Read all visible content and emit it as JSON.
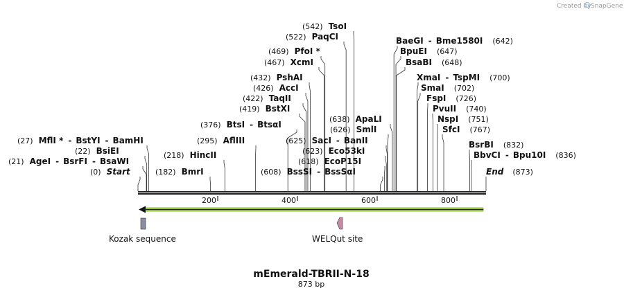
{
  "credit": {
    "text": "Created by",
    "brand": "SnapGene"
  },
  "sequence": {
    "name": "mEmerald-TBRII-N-18",
    "length_label": "873 bp",
    "length": 873
  },
  "ruler": {
    "ticks": [
      200,
      400,
      600,
      800
    ]
  },
  "sites": [
    {
      "id": "start",
      "pos": "(0)",
      "names": [
        "Start"
      ],
      "italic": true,
      "bp": 0
    },
    {
      "id": "agei",
      "pos": "(21)",
      "names": [
        "AgeI",
        "BsrFI",
        "BsaWI"
      ],
      "bp": 21
    },
    {
      "id": "bsiei",
      "pos": "(22)",
      "names": [
        "BsiEI"
      ],
      "bp": 22
    },
    {
      "id": "mlui",
      "pos": "(27)",
      "names": [
        "MflI *",
        "BstYI",
        "BamHI"
      ],
      "bp": 27
    },
    {
      "id": "bmri",
      "pos": "(182)",
      "names": [
        "BmrI"
      ],
      "bp": 182
    },
    {
      "id": "hincii",
      "pos": "(218)",
      "names": [
        "HincII"
      ],
      "bp": 218
    },
    {
      "id": "afliii",
      "pos": "(295)",
      "names": [
        "AflIII"
      ],
      "bp": 295
    },
    {
      "id": "btsi",
      "pos": "(376)",
      "names": [
        "BtsI",
        "BtsαI"
      ],
      "bp": 376
    },
    {
      "id": "bstxi",
      "pos": "(419)",
      "names": [
        "BstXI"
      ],
      "bp": 419
    },
    {
      "id": "taqii",
      "pos": "(422)",
      "names": [
        "TaqII"
      ],
      "bp": 422
    },
    {
      "id": "acci",
      "pos": "(426)",
      "names": [
        "AccI"
      ],
      "bp": 426
    },
    {
      "id": "pshai",
      "pos": "(432)",
      "names": [
        "PshAI"
      ],
      "bp": 432
    },
    {
      "id": "xcmi",
      "pos": "(467)",
      "names": [
        "XcmI"
      ],
      "bp": 467
    },
    {
      "id": "pfoi",
      "pos": "(469)",
      "names": [
        "PfoI *"
      ],
      "bp": 469
    },
    {
      "id": "paqci",
      "pos": "(522)",
      "names": [
        "PaqCI"
      ],
      "bp": 522
    },
    {
      "id": "tsoi",
      "pos": "(542)",
      "names": [
        "TsoI"
      ],
      "bp": 542
    },
    {
      "id": "bsssi",
      "pos": "(608)",
      "names": [
        "BssSI",
        "BssSαI"
      ],
      "bp": 608
    },
    {
      "id": "ecop15i",
      "pos": "(618)",
      "names": [
        "EcoP15I"
      ],
      "bp": 618
    },
    {
      "id": "eco53ki",
      "pos": "(623)",
      "names": [
        "Eco53kI"
      ],
      "bp": 623
    },
    {
      "id": "saci",
      "pos": "(625)",
      "names": [
        "SacI",
        "BanII"
      ],
      "bp": 625
    },
    {
      "id": "smli",
      "pos": "(626)",
      "names": [
        "SmlI"
      ],
      "bp": 626
    },
    {
      "id": "apali",
      "pos": "(638)",
      "names": [
        "ApaLI"
      ],
      "bp": 638
    },
    {
      "id": "baegi",
      "pos": "(642)",
      "names": [
        "BaeGI",
        "Bme1580I"
      ],
      "bp": 642
    },
    {
      "id": "bpuei",
      "pos": "(647)",
      "names": [
        "BpuEI"
      ],
      "bp": 647
    },
    {
      "id": "bsabi",
      "pos": "(648)",
      "names": [
        "BsaBI"
      ],
      "bp": 648
    },
    {
      "id": "xmai",
      "pos": "(700)",
      "names": [
        "XmaI",
        "TspMI"
      ],
      "bp": 700
    },
    {
      "id": "smai",
      "pos": "(702)",
      "names": [
        "SmaI"
      ],
      "bp": 702
    },
    {
      "id": "fspi",
      "pos": "(726)",
      "names": [
        "FspI"
      ],
      "bp": 726
    },
    {
      "id": "pvuii",
      "pos": "(740)",
      "names": [
        "PvuII"
      ],
      "bp": 740
    },
    {
      "id": "nspi",
      "pos": "(751)",
      "names": [
        "NspI"
      ],
      "bp": 751
    },
    {
      "id": "sfci",
      "pos": "(767)",
      "names": [
        "SfcI"
      ],
      "bp": 767
    },
    {
      "id": "bsrbi",
      "pos": "(832)",
      "names": [
        "BsrBI"
      ],
      "bp": 832
    },
    {
      "id": "bbvci",
      "pos": "(836)",
      "names": [
        "BbvCI",
        "Bpu10I"
      ],
      "bp": 836
    },
    {
      "id": "end",
      "pos": "(873)",
      "names": [
        "End"
      ],
      "italic": true,
      "bp": 873
    }
  ],
  "features": [
    {
      "id": "kozak",
      "label": "Kozak sequence",
      "color": "#8a8fa0"
    },
    {
      "id": "welqut",
      "label": "WELQut site",
      "color": "#c98aa8"
    }
  ],
  "orf": {
    "color": "#9ad42a",
    "direction": "reverse"
  }
}
